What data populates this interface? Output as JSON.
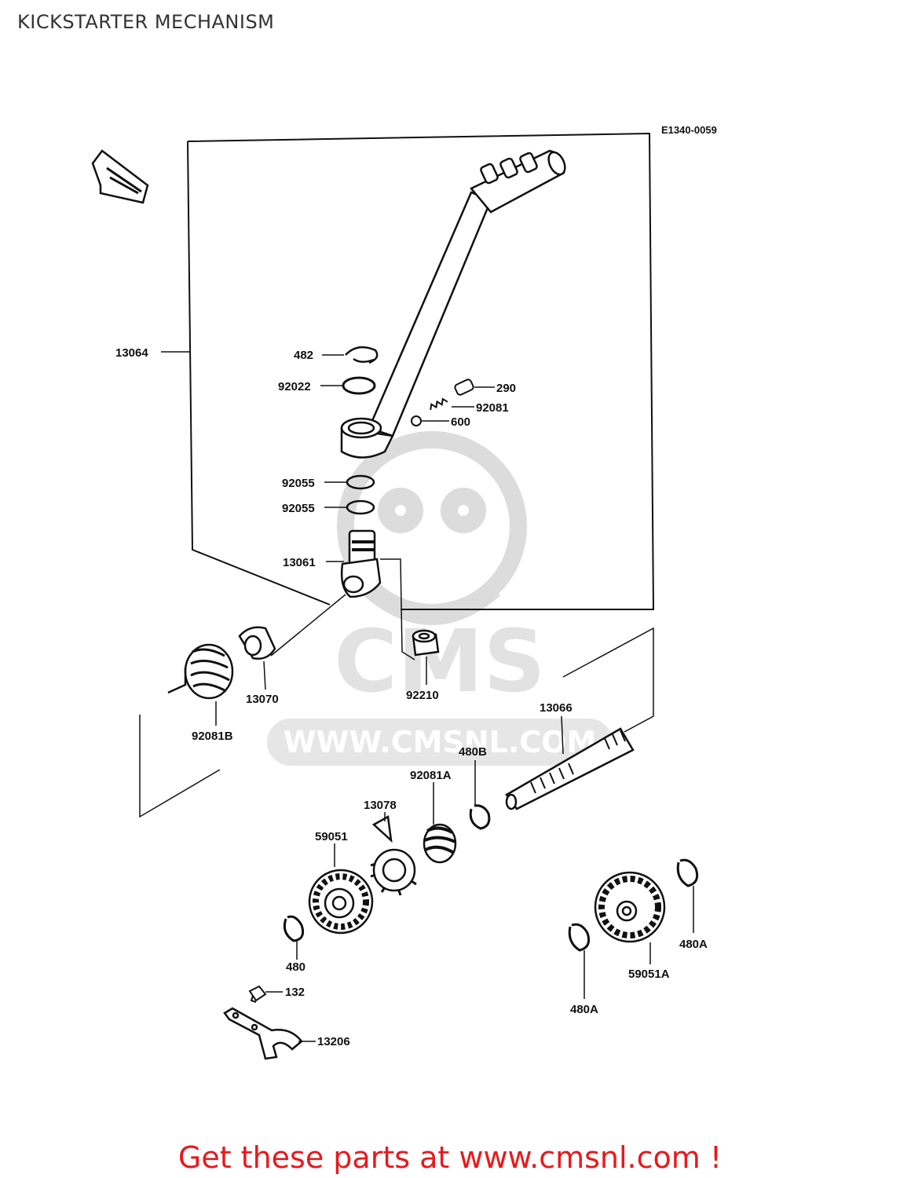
{
  "page": {
    "title": "KICKSTARTER MECHANISM",
    "diagram_code": "E1340-0059",
    "footer_cta": "Get these parts at www.cmsnl.com !"
  },
  "watermark": {
    "brand": "CMS",
    "url": "WWW.CMSNL.COM"
  },
  "parts": [
    {
      "id": "p13064",
      "label": "13064"
    },
    {
      "id": "p482",
      "label": "482"
    },
    {
      "id": "p92022",
      "label": "92022"
    },
    {
      "id": "p290",
      "label": "290"
    },
    {
      "id": "p92081",
      "label": "92081"
    },
    {
      "id": "p600",
      "label": "600"
    },
    {
      "id": "p92055a",
      "label": "92055"
    },
    {
      "id": "p92055b",
      "label": "92055"
    },
    {
      "id": "p13061",
      "label": "13061"
    },
    {
      "id": "p13070",
      "label": "13070"
    },
    {
      "id": "p92081B",
      "label": "92081B"
    },
    {
      "id": "p92210",
      "label": "92210"
    },
    {
      "id": "p13066",
      "label": "13066"
    },
    {
      "id": "p480B",
      "label": "480B"
    },
    {
      "id": "p92081A",
      "label": "92081A"
    },
    {
      "id": "p13078",
      "label": "13078"
    },
    {
      "id": "p59051",
      "label": "59051"
    },
    {
      "id": "p480",
      "label": "480"
    },
    {
      "id": "p132",
      "label": "132"
    },
    {
      "id": "p13206",
      "label": "13206"
    },
    {
      "id": "p480A_r",
      "label": "480A"
    },
    {
      "id": "p59051A",
      "label": "59051A"
    },
    {
      "id": "p480A_l",
      "label": "480A"
    }
  ],
  "icons": {
    "front_arrow": "front-direction-arrow-icon"
  },
  "colors": {
    "cta": "#e8191c",
    "line": "#111111",
    "watermark": "#d9d9d9"
  }
}
